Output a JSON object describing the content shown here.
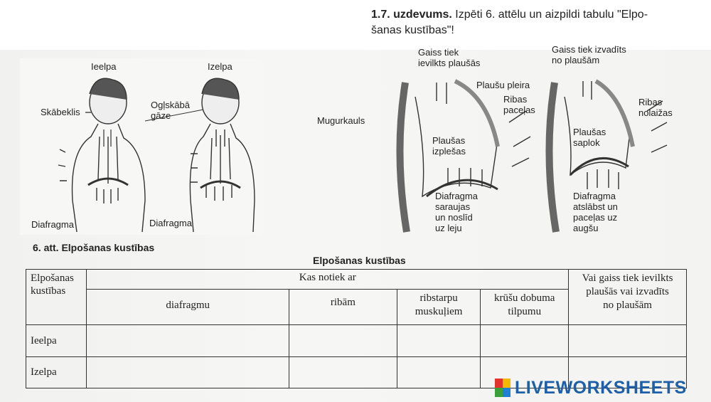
{
  "task": {
    "number": "1.7. uzdevums.",
    "text": "Izpēti 6. attēlu un aizpildi tabulu \"Elpo-",
    "text2": "šanas kustības\"!"
  },
  "figure_left": {
    "inhale_label": "Ieelpa",
    "exhale_label": "Izelpa",
    "oxygen_label": "Skābeklis",
    "co2_label": "Ogļskābā\ngāze",
    "diaphragm_left": "Diafragma",
    "diaphragm_right": "Diafragma"
  },
  "figure_right": {
    "air_in": "Gaiss tiek\nievilkts plaušās",
    "air_out": "Gaiss tiek izvadīts\nno plaušām",
    "pleura": "Plaušu pleira",
    "ribs_up": "Ribas\npaceļas",
    "ribs_down": "Ribas\nnolaižas",
    "spine": "Mugurkauls",
    "lungs_expand": "Plaušas\nizplešas",
    "lungs_contract": "Plaušas\nsaplok",
    "diaphragm_contracts": "Diafragma\nsaraujas\nun noslīd\nuz leju",
    "diaphragm_relaxes": "Diafragma\natslābst un\npaceļas uz\naugšu"
  },
  "fig_caption": "6. att. Elpošanas kustības",
  "table": {
    "title": "Elpošanas kustības",
    "row_header": "Elpošanas\nkustības",
    "group_header": "Kas notiek ar",
    "col_diaphragm": "diafragmu",
    "col_ribs": "ribām",
    "col_muscles": "ribstarpu\nmuskuļiem",
    "col_volume": "krūšu dobuma\ntilpumu",
    "col_air": "Vai gaiss tiek ievilkts\nplaušās vai izvadīts\nno plaušām",
    "rows": [
      "Ieelpa",
      "Izelpa"
    ]
  },
  "branding": {
    "logo_text": "LIVEWORKSHEETS",
    "logo_colors": [
      "#e2342d",
      "#f5b800",
      "#3aa13a",
      "#1d7fd6"
    ]
  }
}
